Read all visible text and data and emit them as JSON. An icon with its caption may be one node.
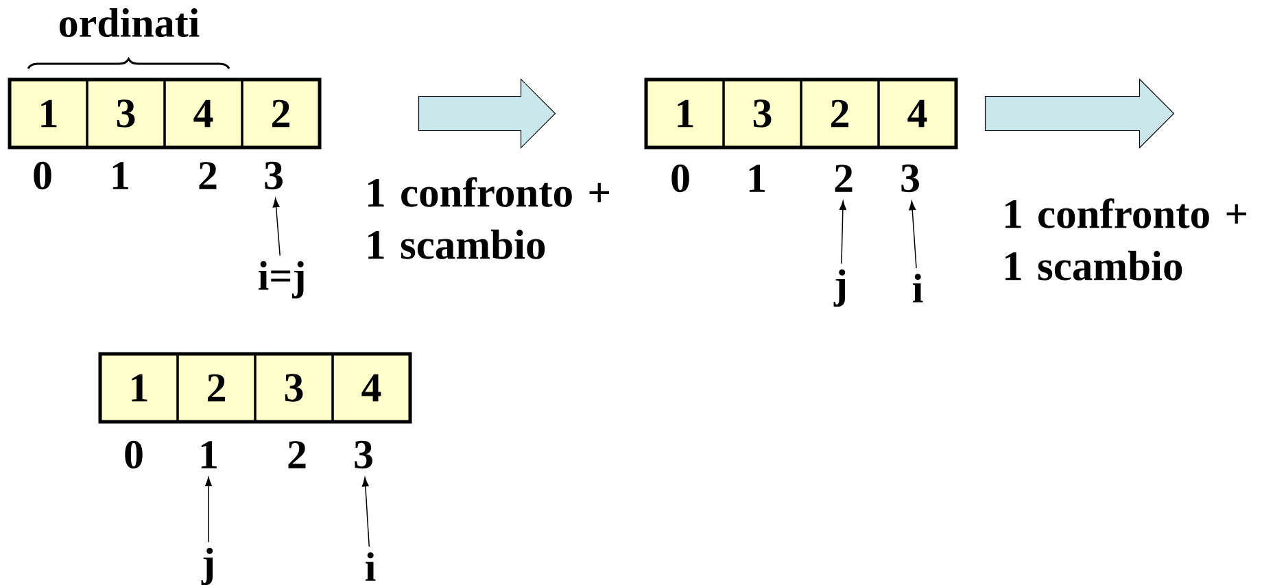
{
  "diagram": {
    "nodes": [
      {
        "text": [],
        "shape": "box"
      },
      {
        "text": [
          "1"
        ],
        "in": 0
      },
      {
        "text": [
          "3"
        ],
        "in": 0
      },
      {
        "text": [
          "4"
        ],
        "in": 0
      },
      {
        "text": [
          "2"
        ],
        "in": 0
      },
      {
        "text": [],
        "shape": "box"
      },
      {
        "text": [
          "1"
        ],
        "in": 5
      },
      {
        "text": [
          "3"
        ],
        "in": 5
      },
      {
        "text": [
          "2"
        ],
        "in": 5
      },
      {
        "text": [
          "4"
        ],
        "in": 5
      },
      {
        "text": [],
        "shape": "box"
      },
      {
        "text": [
          "1"
        ],
        "in": 10
      },
      {
        "text": [
          "2"
        ],
        "in": 10
      },
      {
        "text": [
          "3"
        ],
        "in": 10
      },
      {
        "text": [
          "4"
        ],
        "in": 10
      },
      {
        "text": [
          "3"
        ]
      },
      {
        "text": [
          "i=j"
        ]
      },
      {
        "text": [
          "2"
        ]
      },
      {
        "text": [
          "3"
        ]
      },
      {
        "text": [
          "j"
        ]
      },
      {
        "text": [
          "i"
        ]
      },
      {
        "text": [
          "1"
        ]
      },
      {
        "text": [
          "3"
        ]
      },
      {
        "text": [
          "j"
        ]
      },
      {
        "text": [
          "i"
        ]
      }
    ],
    "edges": [
      {
        "from": 16,
        "to": 15,
        "arrow": "to"
      },
      {
        "from": 19,
        "to": 17,
        "arrow": "to"
      },
      {
        "from": 20,
        "to": 18,
        "arrow": "to"
      },
      {
        "from": 23,
        "to": 21,
        "arrow": "to"
      },
      {
        "from": 24,
        "to": 22,
        "arrow": "to"
      },
      {
        "from": 0,
        "to": 5,
        "arrow": "to",
        "style": "thick",
        "label": "1 confronto + 1 scambio"
      },
      {
        "from": 5,
        "to": null,
        "arrow": "to",
        "style": "thick",
        "label": "1 confronto + 1 scambio"
      }
    ],
    "labels": [
      "ordinati",
      "0",
      "1",
      "2",
      "0",
      "1",
      "0",
      "2"
    ]
  }
}
